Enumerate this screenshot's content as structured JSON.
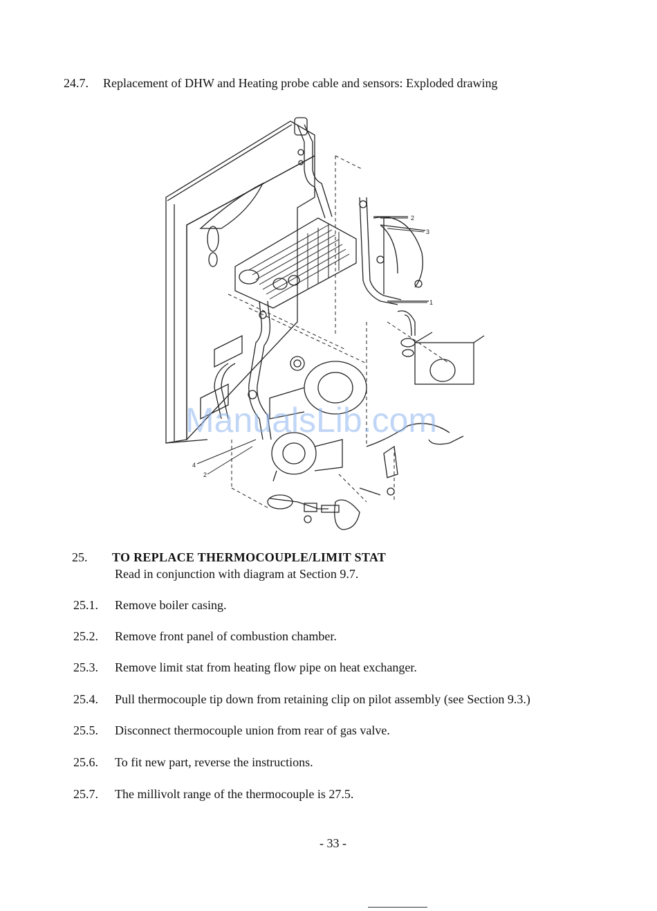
{
  "heading": {
    "number": "24.7.",
    "text": "Replacement of DHW and Heating probe cable and sensors:  Exploded drawing"
  },
  "figure": {
    "callouts": [
      "2",
      "3",
      "1",
      "4",
      "2"
    ],
    "watermark": "ManualsLib.com"
  },
  "section": {
    "number": "25.",
    "title": "TO REPLACE THERMOCOUPLE/LIMIT STAT",
    "subtitle": "Read in conjunction with diagram at Section 9.7."
  },
  "steps": [
    {
      "number": "25.1.",
      "text": "Remove boiler casing."
    },
    {
      "number": "25.2.",
      "text": "Remove front panel of combustion chamber."
    },
    {
      "number": "25.3.",
      "text": "Remove limit stat from heating flow pipe on heat exchanger."
    },
    {
      "number": "25.4.",
      "text": "Pull thermocouple tip down from retaining clip on pilot assembly (see Section 9.3.)"
    },
    {
      "number": "25.5.",
      "text": "Disconnect thermocouple union from rear of gas valve."
    },
    {
      "number": "25.6.",
      "text": "To fit new part, reverse the instructions."
    },
    {
      "number": "25.7.",
      "text": "The millivolt range of the thermocouple is 27.5."
    }
  ],
  "page_number": "- 33 -"
}
